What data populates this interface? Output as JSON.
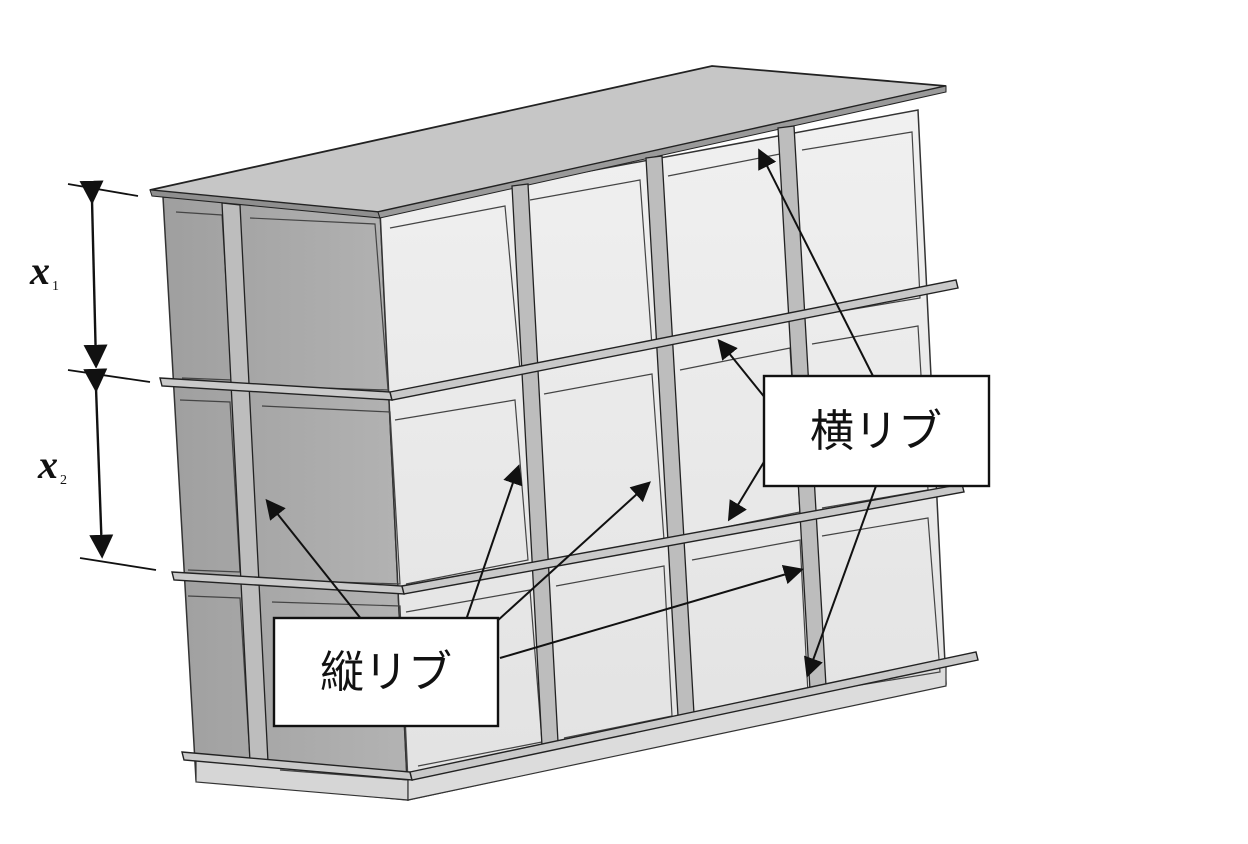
{
  "dimensions": [
    {
      "var": "x",
      "sub": "1"
    },
    {
      "var": "x",
      "sub": "2"
    }
  ],
  "callouts": {
    "horizontal_ribs": "横リブ",
    "vertical_ribs": "縦リブ"
  },
  "colors": {
    "panel_front": "#e8e8e8",
    "panel_side": "#a6a6a6",
    "top_plate": "#c4c4c4",
    "rib": "#bdbdbd",
    "outline": "#222222"
  }
}
